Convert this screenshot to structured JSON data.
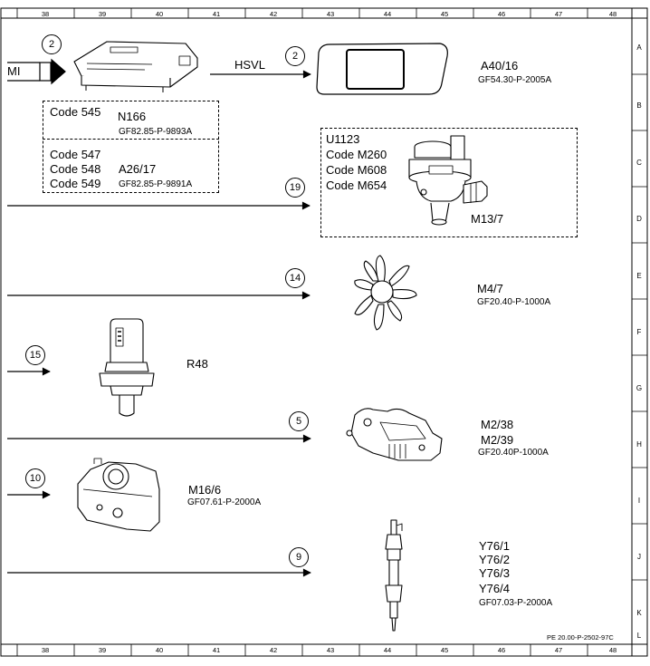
{
  "grid": {
    "columns": [
      "38",
      "39",
      "40",
      "41",
      "42",
      "43",
      "44",
      "45",
      "46",
      "47",
      "48"
    ],
    "rows": [
      "A",
      "B",
      "C",
      "D",
      "E",
      "F",
      "G",
      "H",
      "I",
      "J",
      "K",
      "L"
    ]
  },
  "signals": {
    "top_input": "MI",
    "hsvl": "HSVL"
  },
  "bubbles": {
    "left_top": "2",
    "right_top": "2",
    "b19": "19",
    "b14": "14",
    "b15": "15",
    "b5": "5",
    "b10": "10",
    "b9": "9"
  },
  "codes_box": {
    "upper": {
      "code": "Code 545",
      "component": "N166",
      "ref": "GF82.85-P-9893A"
    },
    "lower": {
      "codes": [
        "Code 547",
        "Code 548",
        "Code 549"
      ],
      "component": "A26/17",
      "ref": "GF82.85-P-9891A"
    }
  },
  "pump_box": {
    "codes": [
      "U1123",
      "Code M260",
      "Code M608",
      "Code M654"
    ],
    "component": "M13/7"
  },
  "components": {
    "a40": {
      "id": "A40/16",
      "ref": "GF54.30-P-2005A"
    },
    "m4": {
      "id": "M4/7",
      "ref": "GF20.40-P-1000A"
    },
    "r48": {
      "id": "R48"
    },
    "m2": {
      "ids": [
        "M2/38",
        "M2/39"
      ],
      "ref": "GF20.40P-1000A"
    },
    "m16": {
      "id": "M16/6",
      "ref": "GF07.61-P-2000A"
    },
    "y76": {
      "ids": [
        "Y76/1",
        "Y76/2",
        "Y76/3",
        "Y76/4"
      ],
      "ref": "GF07.03-P-2000A"
    }
  },
  "footer_ref": "PE 20.00-P-2502-97C"
}
